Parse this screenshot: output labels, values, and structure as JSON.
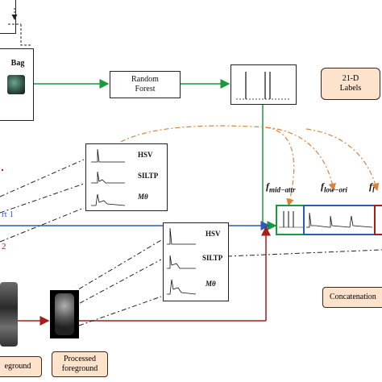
{
  "top": {
    "bag_label": "Bag",
    "random_forest_label": "Random\nForest",
    "labels_box": "21-D\nLabels"
  },
  "hist1": {
    "rows": [
      "HSV",
      "SILTP",
      "Mθ"
    ]
  },
  "hist2": {
    "rows": [
      "HSV",
      "SILTP",
      "Mθ"
    ]
  },
  "features": {
    "mid": "f",
    "mid_sub": "mid−attr",
    "low": "f",
    "low_sub": "low−ori",
    "third": "f",
    "third_sub": "l"
  },
  "part_labels": {
    "part1": "rt 1",
    "part2": "2"
  },
  "bottom": {
    "foreground": "eground",
    "processed_line1": "Processed",
    "processed_line2": "foreground",
    "concat": "Concatenation"
  },
  "colors": {
    "green": "#1a9a3c",
    "blue": "#2a5cb8",
    "red": "#a81c1c",
    "orange": "#d9823a"
  }
}
